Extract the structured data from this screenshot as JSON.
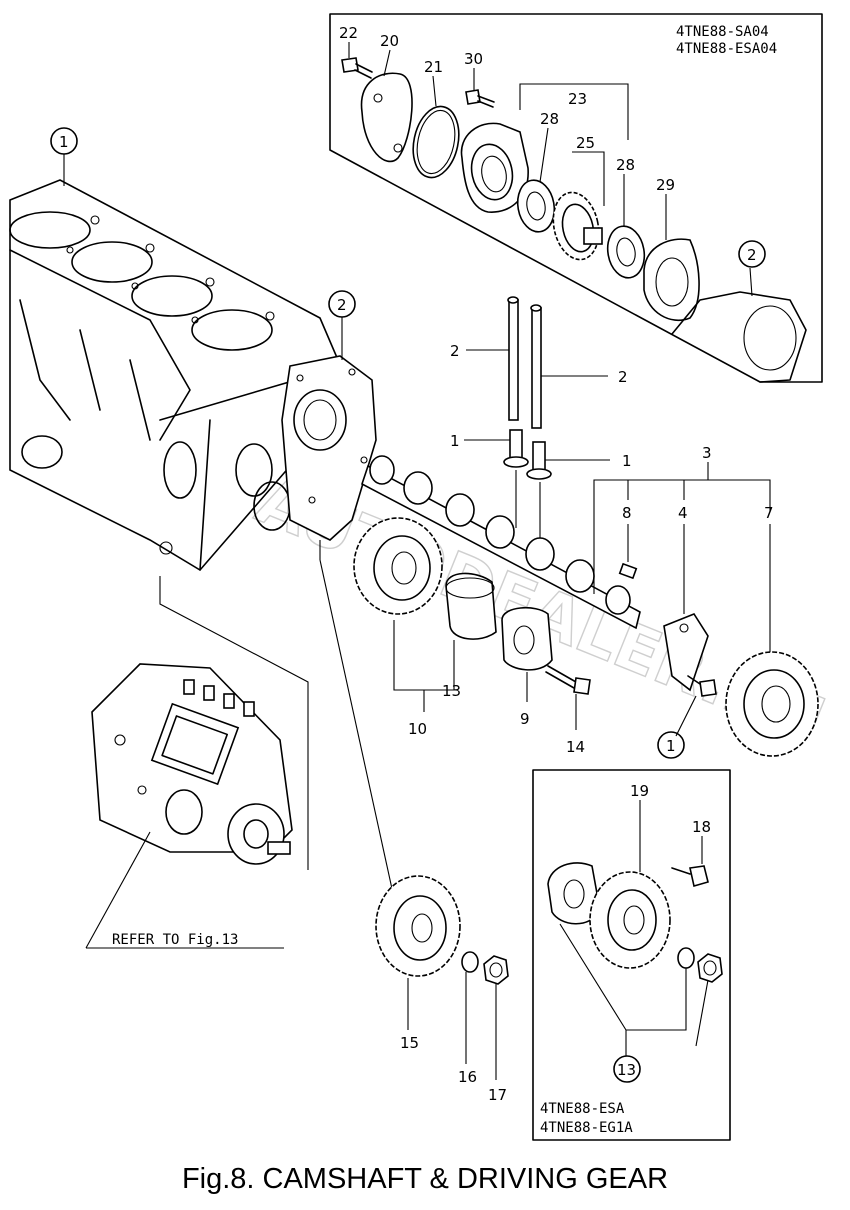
{
  "figure": {
    "caption": "Fig.8.  CAMSHAFT & DRIVING GEAR",
    "refer_note": "REFER TO Fig.13",
    "watermark": "AGAT-AUTODEALER.RU"
  },
  "boxes": {
    "top_right_models": [
      "4TNE88-SA04",
      "4TNE88-ESA04"
    ],
    "bottom_right_models": [
      "4TNE88-ESA",
      "4TNE88-EG1A"
    ]
  },
  "callouts": {
    "c1_block": "1",
    "c2_plate": "2",
    "c2_box": "2",
    "c13_box": "13",
    "c1_bolt": "1",
    "n22": "22",
    "n20": "20",
    "n21": "21",
    "n30": "30",
    "n23": "23",
    "n28a": "28",
    "n25": "25",
    "n28b": "28",
    "n29": "29",
    "n2a": "2",
    "n2b": "2",
    "n1a": "1",
    "n1b": "1",
    "n3": "3",
    "n8": "8",
    "n4": "4",
    "n7": "7",
    "n13": "13",
    "n10": "10",
    "n9": "9",
    "n14": "14",
    "n19": "19",
    "n18": "18",
    "n15": "15",
    "n16": "16",
    "n17": "17"
  }
}
